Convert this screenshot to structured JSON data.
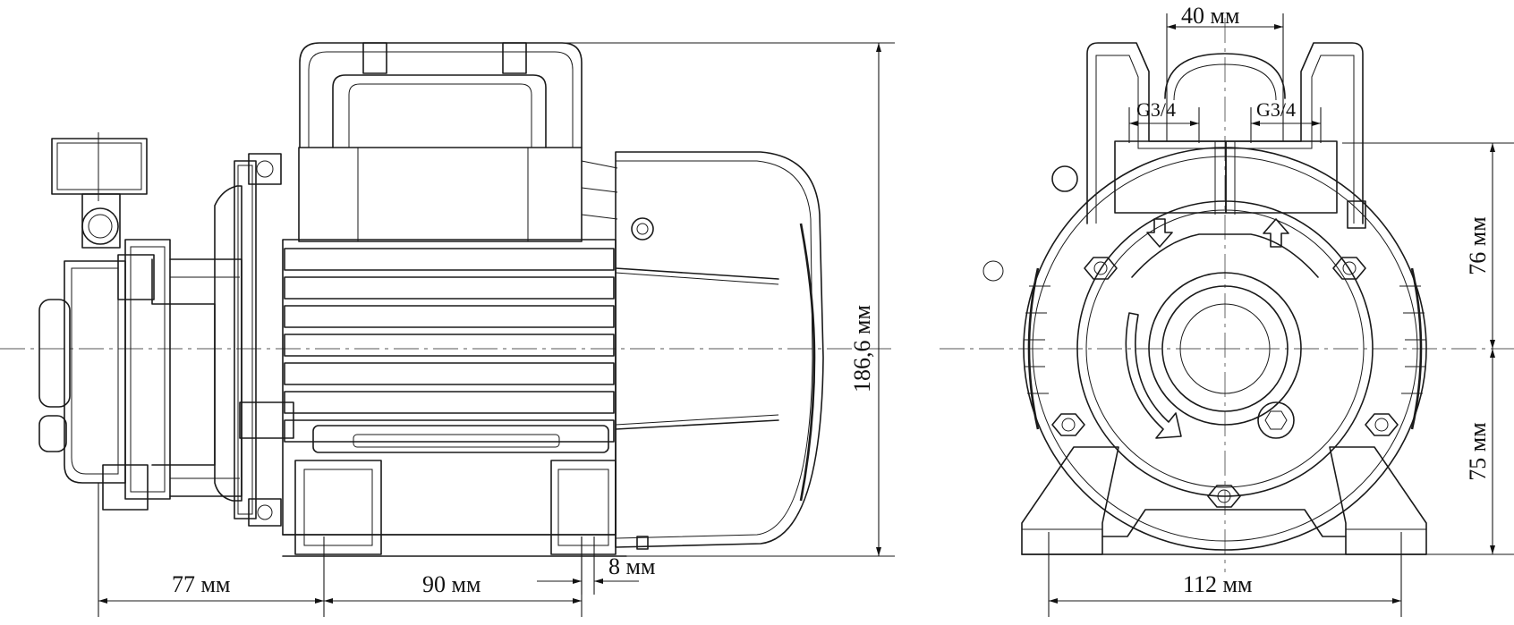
{
  "dimensions": {
    "inlet_len": "77 мм",
    "foot_len": "90 мм",
    "foot_gap": "8 мм",
    "height_total": "186,6 мм",
    "port_spacing": "40 мм",
    "thread_in": "G3/4",
    "thread_out": "G3/4",
    "upper_height": "76 мм",
    "lower_height": "75 мм",
    "base_width": "112 мм"
  }
}
